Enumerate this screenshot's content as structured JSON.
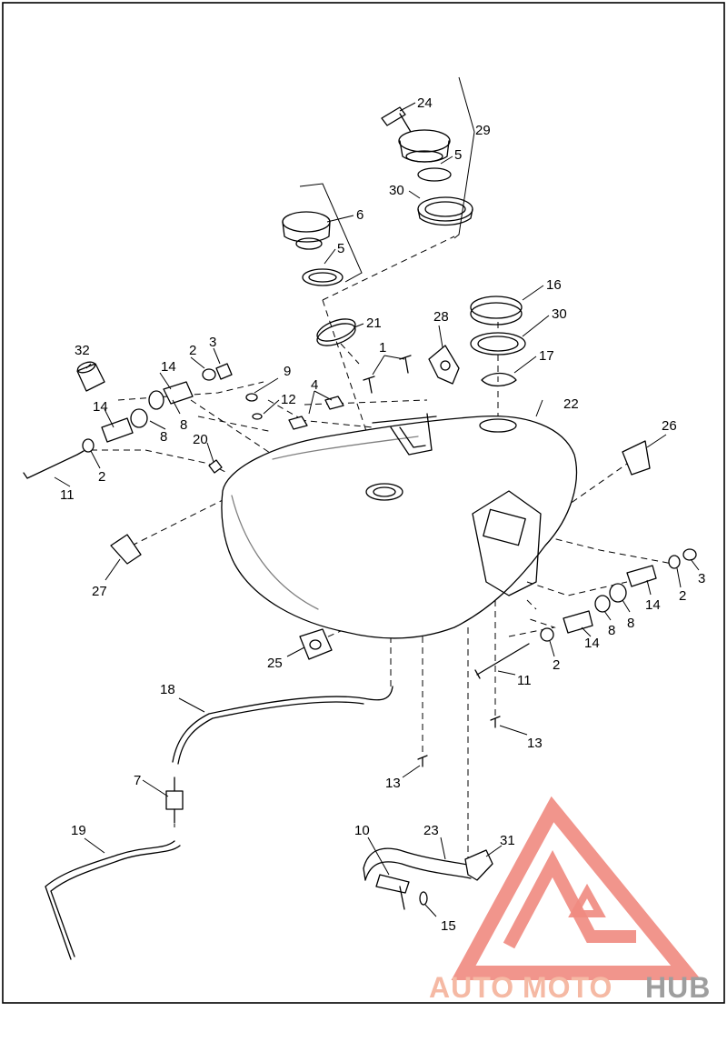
{
  "diagram": {
    "callouts": {
      "c1": "1",
      "c2a": "2",
      "c2b": "2",
      "c2c": "2",
      "c2d": "2",
      "c3a": "3",
      "c3b": "3",
      "c4": "4",
      "c5a": "5",
      "c5b": "5",
      "c6": "6",
      "c7": "7",
      "c8a": "8",
      "c8b": "8",
      "c8c": "8",
      "c8d": "8",
      "c9": "9",
      "c10": "10",
      "c11a": "11",
      "c11b": "11",
      "c12": "12",
      "c13a": "13",
      "c13b": "13",
      "c14a": "14",
      "c14b": "14",
      "c14c": "14",
      "c14d": "14",
      "c15": "15",
      "c16": "16",
      "c17": "17",
      "c18": "18",
      "c19": "19",
      "c20": "20",
      "c21": "21",
      "c22": "22",
      "c23": "23",
      "c24": "24",
      "c25": "25",
      "c26": "26",
      "c27": "27",
      "c28": "28",
      "c29": "29",
      "c30a": "30",
      "c30b": "30",
      "c31": "31",
      "c32": "32"
    }
  },
  "watermark": {
    "word_auto": "AUTO",
    "word_moto": "MOTO",
    "word_hub": "HUB",
    "color_light": "#f5b9a4",
    "color_dark": "#9e9e9e",
    "color_logo": "#f08a80"
  }
}
